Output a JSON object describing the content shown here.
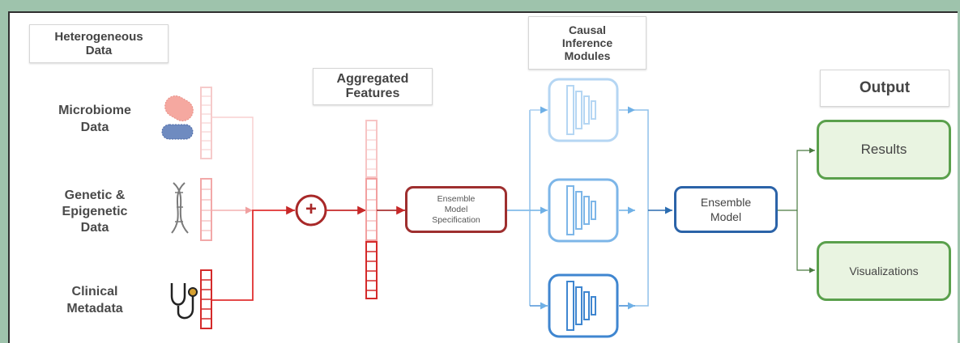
{
  "headers": {
    "heterogeneous": "Heterogeneous\nData",
    "aggregated": "Aggregated\nFeatures",
    "causal": "Causal\nInference\nModules",
    "output": "Output"
  },
  "sources": [
    {
      "label": "Microbiome\nData",
      "icon": "bacteria-icon"
    },
    {
      "label": "Genetic &\nEpigenetic\nData",
      "icon": "dna-icon"
    },
    {
      "label": "Clinical\nMetadata",
      "icon": "stethoscope-icon"
    }
  ],
  "nodes": {
    "ensemble_spec": "Ensemble\nModel\nSpecification",
    "ensemble_model": "Ensemble\nModel",
    "results": "Results",
    "visualizations": "Visualizations",
    "sum_symbol": "+"
  },
  "colors": {
    "red_dark": "#a83232",
    "red": "#e23030",
    "red_light": "#f4b7b7",
    "blue_light": "#a9cdf0",
    "blue": "#5aa2e0",
    "blue_dark": "#2b6cb0",
    "green": "#5aa04c",
    "green_fill": "#e9f4e1"
  }
}
